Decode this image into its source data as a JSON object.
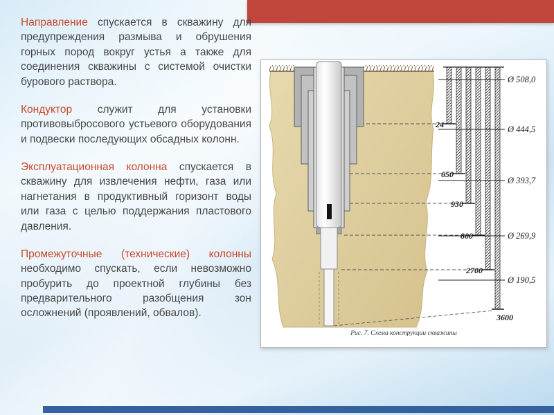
{
  "colors": {
    "accent_red": "#c0453a",
    "keyword_red": "#c8492c",
    "bottom_bar_blue": "#35619f",
    "body_text": "#474747",
    "soil_tan": "#ddcb9b"
  },
  "text_column": {
    "paragraphs": [
      {
        "keyword": "Направление",
        "body": " спускается в скважину для предупреждения размыва и обрушения горных пород вокруг устья а также для соединения скважины с системой очистки бурового раствора."
      },
      {
        "keyword": "Кондуктор",
        "body": " служит для установки противовыбросового устьевого оборудования и подвески последующих обсадных колонн."
      },
      {
        "keyword": "Эксплуатационная колонна",
        "body": " спускается в скважину для извлечения нефти, газа или нагнетания в продуктивный горизонт воды или газа с целью поддержания пластового давления."
      },
      {
        "keyword": "Промежуточные (технические) колонны",
        "body": " необходимо спускать, если невозможно пробурить до проектной глубины без предварительного разобщения зон осложнений (проявлений, обвалов)."
      }
    ]
  },
  "figure": {
    "caption": "Рис. 7. Схема конструкции скважины",
    "depth_labels": [
      "24",
      "650",
      "930",
      "800",
      "2700",
      "3600"
    ],
    "diameter_labels": [
      "Ø 508,0",
      "Ø 444,5",
      "Ø 393,7",
      "Ø 269,9",
      "Ø 190,5"
    ]
  }
}
